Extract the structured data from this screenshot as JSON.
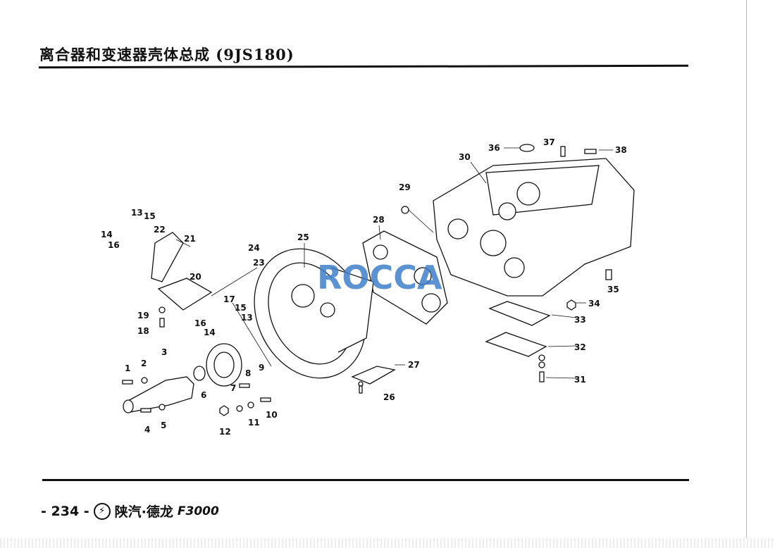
{
  "header": {
    "title": "离合器和变速器壳体总成 (9JS180)"
  },
  "footer": {
    "page": "- 234 -",
    "brand": "陕汽·德龙",
    "model": "F3000"
  },
  "watermark": "ROCCA",
  "callouts": [
    "1",
    "2",
    "3",
    "4",
    "5",
    "6",
    "7",
    "8",
    "9",
    "10",
    "11",
    "12",
    "13",
    "15",
    "14",
    "16",
    "22",
    "21",
    "24",
    "23",
    "25",
    "20",
    "17",
    "15",
    "16",
    "13",
    "14",
    "19",
    "18",
    "28",
    "29",
    "30",
    "36",
    "37",
    "38",
    "35",
    "34",
    "33",
    "32",
    "31",
    "27",
    "26"
  ]
}
